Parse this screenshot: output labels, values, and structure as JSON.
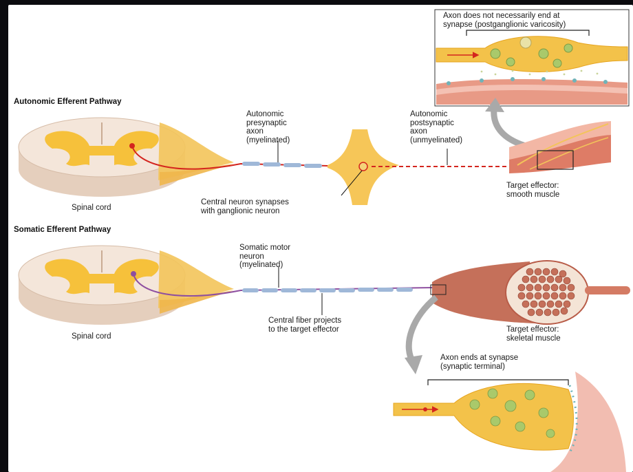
{
  "sections": {
    "autonomic": {
      "title": "Autonomic Efferent Pathway",
      "spinal_cord_label": "Spinal cord",
      "presynaptic_label": "Autonomic\npresynaptic\naxon\n(myelinated)",
      "postsynaptic_label": "Autonomic\npostsynaptic\naxon\n(unmyelinated)",
      "synapse_label": "Central neuron synapses\nwith ganglionic neuron",
      "target_label": "Target effector:\nsmooth muscle",
      "inset_label": "Axon does not necessarily end at\nsynapse (postganglionic varicosity)"
    },
    "somatic": {
      "title": "Somatic Efferent Pathway",
      "spinal_cord_label": "Spinal cord",
      "motor_neuron_label": "Somatic motor\nneuron\n(myelinated)",
      "projection_label": "Central fiber projects\nto the target effector",
      "target_label": "Target effector:\nskeletal muscle",
      "inset_label": "Axon ends at synapse\n(synaptic terminal)"
    }
  },
  "colors": {
    "background": "#0b0b0f",
    "panel": "#ffffff",
    "gray_matter": "#f6c13b",
    "cord_tissue": "#f2e3d4",
    "nerve": "#f3c45a",
    "axon_autonomic": "#d4251e",
    "axon_somatic": "#8e4fa0",
    "myelin": "#9fb8d8",
    "smooth_muscle": "#e48a78",
    "skeletal_muscle": "#c5705a",
    "vesicle": "#a9c96b",
    "arrow": "#b0b0b0"
  }
}
